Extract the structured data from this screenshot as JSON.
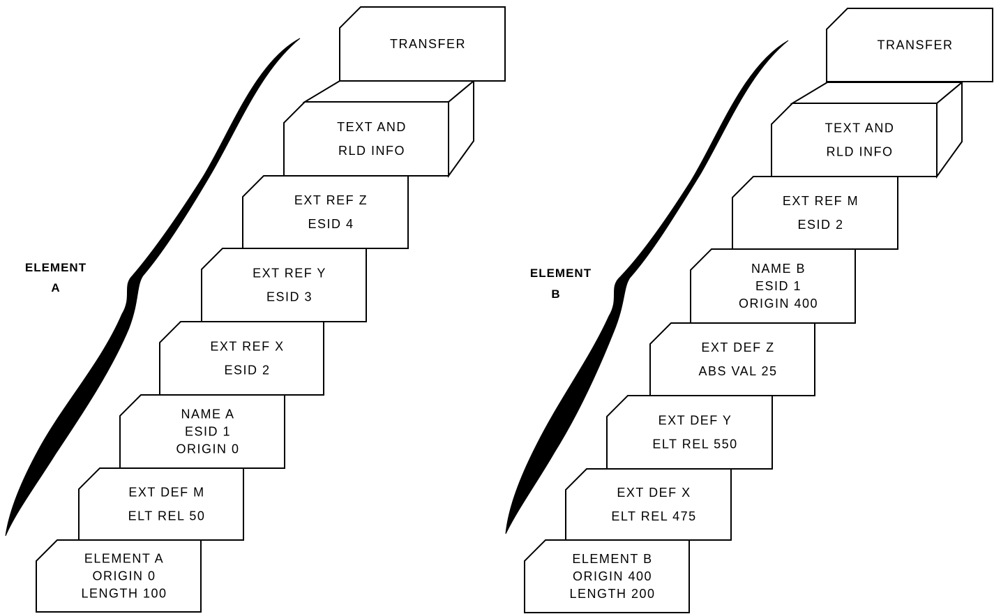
{
  "element_a": {
    "label": [
      "ELEMENT",
      "A"
    ],
    "cards": [
      [
        "TRANSFER"
      ],
      [
        "TEXT AND",
        "RLD  INFO"
      ],
      [
        "EXT REF Z",
        "ESID  4"
      ],
      [
        "EXT REF Y",
        "ESID  3"
      ],
      [
        "EXT REF X",
        "ESID 2"
      ],
      [
        "NAME A",
        "ESID 1",
        "ORIGIN  0"
      ],
      [
        "EXT DEF M",
        "ELT REL 50"
      ],
      [
        "ELEMENT  A",
        "ORIGIN  0",
        "LENGTH 100"
      ]
    ]
  },
  "element_b": {
    "label": [
      "ELEMENT",
      "B"
    ],
    "cards": [
      [
        "TRANSFER"
      ],
      [
        "TEXT AND",
        "RLD  INFO"
      ],
      [
        "EXT REF M",
        "ESID  2"
      ],
      [
        "NAME  B",
        "ESID 1",
        "ORIGIN 400"
      ],
      [
        "EXT DEF Z",
        "ABS VAL 25"
      ],
      [
        "EXT DEF Y",
        "ELT REL 550"
      ],
      [
        "EXT DEF X",
        "ELT REL  475"
      ],
      [
        "ELEMENT B",
        "ORIGIN 400",
        "LENGTH 200"
      ]
    ]
  }
}
